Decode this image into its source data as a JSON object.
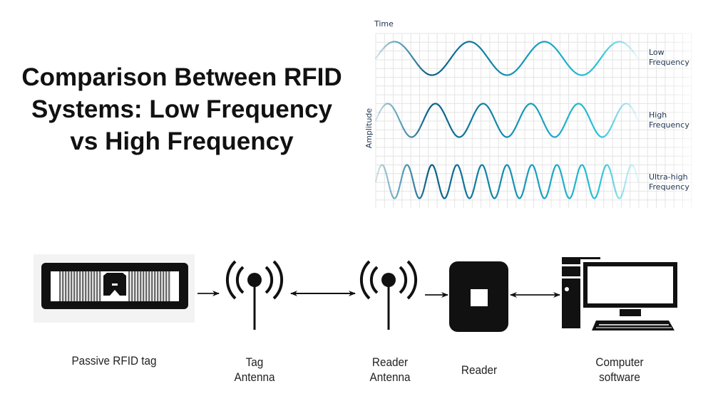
{
  "title": {
    "lines": [
      "Comparison Between RFID",
      "Systems: Low Frequency",
      "vs High Frequency"
    ]
  },
  "chart_data": {
    "type": "line",
    "title": "",
    "xlabel": "Time",
    "ylabel": "Amplitude",
    "grid": true,
    "legend_placement": "right",
    "colors": {
      "start": "#0b5e86",
      "end": "#27c1d9",
      "grid": "#e4e4e4",
      "label": "#1f3552"
    },
    "series": [
      {
        "name": "Low Frequency",
        "label_lines": [
          "Low",
          "Frequency"
        ],
        "cycles": 3.5,
        "amplitude": 1
      },
      {
        "name": "High Frequency",
        "label_lines": [
          "High",
          "Frequency"
        ],
        "cycles": 5.5,
        "amplitude": 1
      },
      {
        "name": "Ultra-high Frequency",
        "label_lines": [
          "Ultra-high",
          "Frequency"
        ],
        "cycles": 10.5,
        "amplitude": 1
      }
    ]
  },
  "diagram": {
    "components": [
      {
        "id": "tag",
        "label_lines": [
          "Passive RFID tag"
        ]
      },
      {
        "id": "tag-antenna",
        "label_lines": [
          "Tag",
          "Antenna"
        ]
      },
      {
        "id": "reader-antenna",
        "label_lines": [
          "Reader",
          "Antenna"
        ]
      },
      {
        "id": "reader",
        "label_lines": [
          "Reader"
        ]
      },
      {
        "id": "computer",
        "label_lines": [
          "Computer",
          "software"
        ]
      }
    ],
    "connections": [
      {
        "from": "tag",
        "to": "tag-antenna",
        "direction": "one-way"
      },
      {
        "from": "tag-antenna",
        "to": "reader-antenna",
        "direction": "two-way"
      },
      {
        "from": "reader-antenna",
        "to": "reader",
        "direction": "one-way"
      },
      {
        "from": "reader",
        "to": "computer",
        "direction": "two-way"
      }
    ]
  }
}
